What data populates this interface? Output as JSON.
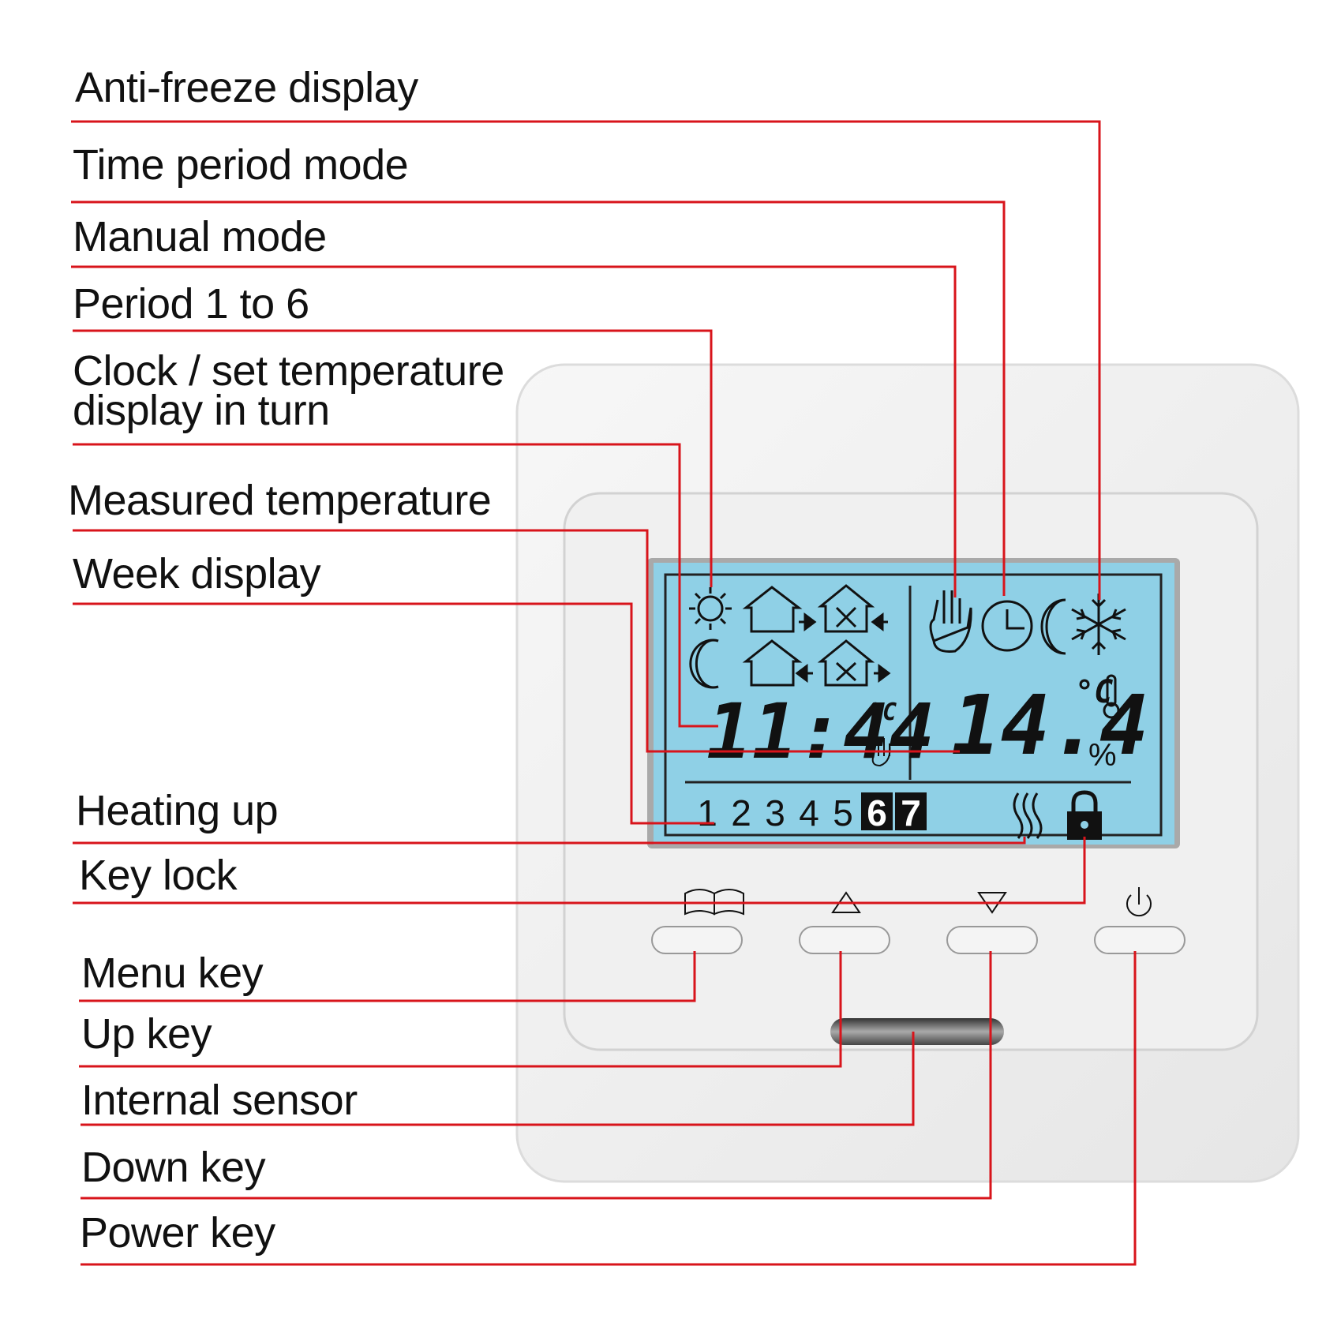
{
  "callouts": [
    {
      "id": "anti-freeze",
      "text": "Anti-freeze display"
    },
    {
      "id": "time-period",
      "text": "Time period mode"
    },
    {
      "id": "manual",
      "text": "Manual mode"
    },
    {
      "id": "period",
      "text": "Period 1 to 6"
    },
    {
      "id": "clock-line1",
      "text": "Clock / set temperature"
    },
    {
      "id": "clock-line2",
      "text": "display in turn"
    },
    {
      "id": "measured",
      "text": "Measured temperature"
    },
    {
      "id": "week",
      "text": "Week display"
    },
    {
      "id": "heating",
      "text": "Heating up"
    },
    {
      "id": "keylock",
      "text": "Key lock"
    },
    {
      "id": "menu",
      "text": "Menu key"
    },
    {
      "id": "up",
      "text": "Up key"
    },
    {
      "id": "sensor",
      "text": "Internal sensor"
    },
    {
      "id": "down",
      "text": "Down key"
    },
    {
      "id": "power",
      "text": "Power key"
    }
  ],
  "display": {
    "clock": "11:44",
    "clock_unit": "°C",
    "temperature": "14.4",
    "temp_unit": "°C",
    "humidity_unit": "%",
    "days": [
      "1",
      "2",
      "3",
      "4",
      "5",
      "6",
      "7"
    ],
    "highlighted_days": [
      "6",
      "7"
    ]
  },
  "colors": {
    "leader": "#d8141b",
    "lcd": "#8fd0e6",
    "housing": "#f2f2f2",
    "text": "#111111"
  },
  "icons": [
    "sun-icon",
    "moon-icon",
    "house-leave-icon",
    "house-return-icon",
    "house-meal-icon",
    "hand-icon",
    "clock-icon",
    "moon-icon",
    "snowflake-icon",
    "thermometer-icon",
    "heat-waves-icon",
    "lock-icon",
    "book-icon",
    "triangle-up-icon",
    "triangle-down-icon",
    "power-icon"
  ]
}
